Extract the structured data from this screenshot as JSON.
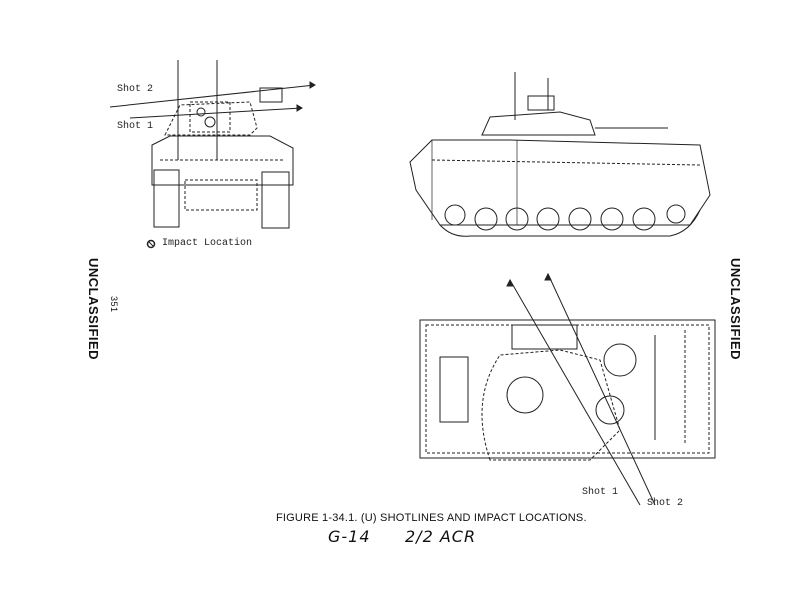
{
  "margin_left": {
    "classification": "UNCLASSIFIED",
    "page_number": "351"
  },
  "margin_right": {
    "classification": "UNCLASSIFIED"
  },
  "front_view": {
    "shot2_label": "Shot 2",
    "shot1_label": "Shot 1",
    "legend_label": "Impact Location",
    "legend_icon": "impact-location-symbol"
  },
  "top_view": {
    "shot1_label": "Shot 1",
    "shot2_label": "Shot 2"
  },
  "caption": "FIGURE 1-34.1.  (U)  SHOTLINES AND IMPACT LOCATIONS.",
  "handwritten": {
    "code": "G-14",
    "unit": "2/2 ACR"
  }
}
